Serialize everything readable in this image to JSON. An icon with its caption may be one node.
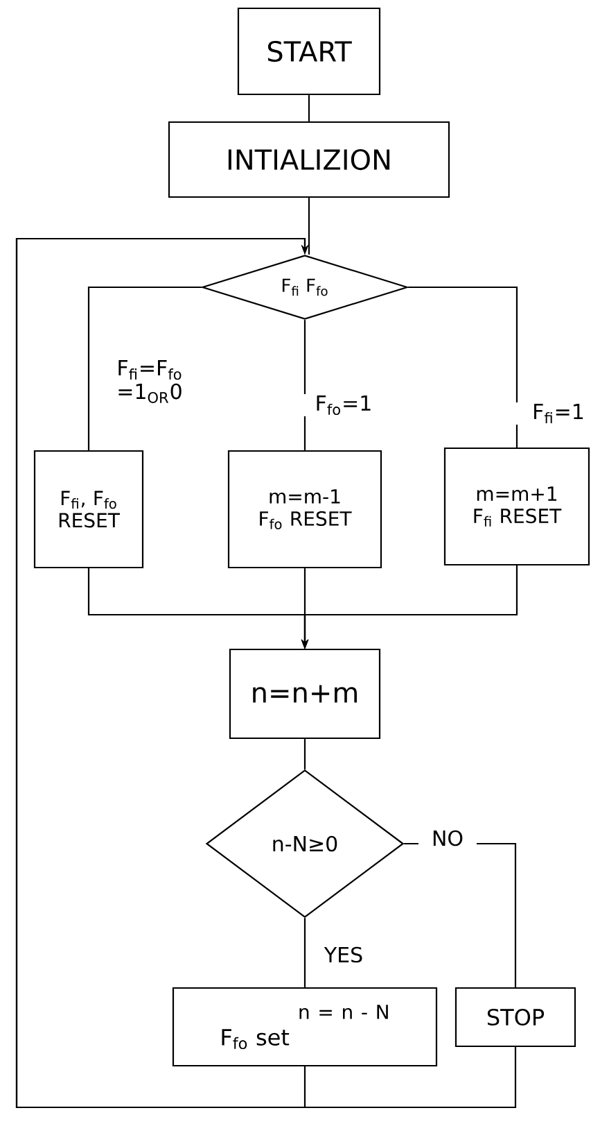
{
  "diagram": {
    "nodes": [
      {
        "text": [
          "START"
        ]
      },
      {
        "text": [
          "INTIALIZION"
        ]
      },
      {
        "text": [
          "F$_{fi}$ F$_{fo}$"
        ]
      },
      {
        "text": [
          "F$_{fi}$, F$_{fo}$ RESET"
        ]
      },
      {
        "text": [
          "m=m-1 F$_{fo}$ RESET"
        ]
      },
      {
        "text": [
          "m=m+1 F$_{fi}$ RESET"
        ]
      },
      {
        "text": [
          "n=n+m"
        ]
      },
      {
        "text": [
          "n-N≥0"
        ]
      },
      {
        "text": [
          "n = n - N",
          "F$_{fo}$ set"
        ]
      },
      {
        "text": [
          "STOP"
        ]
      }
    ],
    "edges": [
      {
        "from": 0,
        "to": 1,
        "arrow": "none"
      },
      {
        "from": 1,
        "to": 2,
        "arrow": "none"
      },
      {
        "from": 2,
        "to": 3,
        "arrow": "none",
        "label": "F$_{fi}$=F$_{fo}$ =1$_{OR}$0"
      },
      {
        "from": 2,
        "to": 4,
        "arrow": "none",
        "label": "F$_{fo}$=1"
      },
      {
        "from": 2,
        "to": 5,
        "arrow": "none",
        "label": "F$_{fi}$=1"
      },
      {
        "from": 3,
        "to": 6,
        "arrow": "to"
      },
      {
        "from": 4,
        "to": 6,
        "arrow": "to"
      },
      {
        "from": 5,
        "to": 6,
        "arrow": "to"
      },
      {
        "from": 6,
        "to": 7,
        "arrow": "none"
      },
      {
        "from": 7,
        "to": 8,
        "arrow": "none",
        "label": "YES"
      },
      {
        "from": 7,
        "to": 9,
        "arrow": "none",
        "label": "NO"
      },
      {
        "from": 8,
        "to": 2,
        "arrow": "to"
      },
      {
        "from": 9,
        "to": 2,
        "arrow": "to"
      }
    ]
  }
}
